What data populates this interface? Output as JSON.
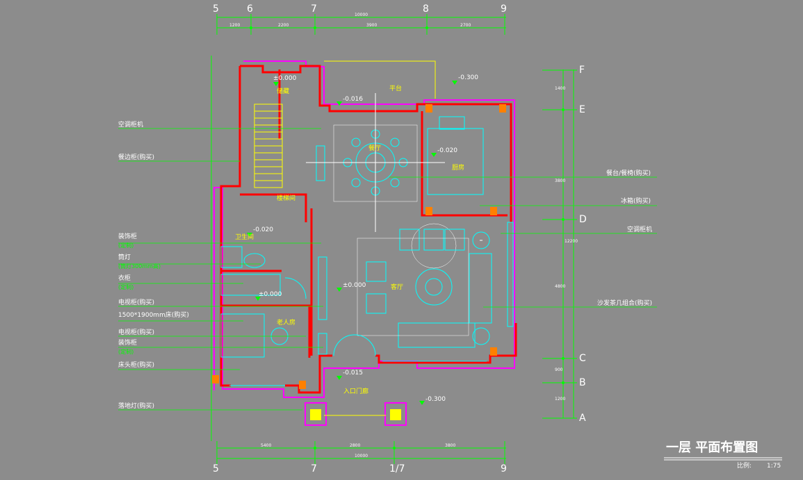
{
  "title": {
    "main": "一层 平面布置图",
    "scale_label": "比例:",
    "scale_value": "1:75"
  },
  "axes": {
    "top": [
      "5",
      "6",
      "7",
      "8",
      "9"
    ],
    "bottom": [
      "5",
      "7",
      "1/7",
      "9"
    ],
    "right": [
      "F",
      "E",
      "D",
      "C",
      "B",
      "A"
    ]
  },
  "dims": {
    "top_total": "10000",
    "top_segments": [
      "1200",
      "2200",
      "3900",
      "2700"
    ],
    "bottom_segments": [
      "5400",
      "2800",
      "3800"
    ],
    "bottom_total": "10000",
    "right_segments": [
      "1400",
      "3800",
      "12200",
      "4800",
      "900",
      "1200"
    ]
  },
  "left_labels": [
    {
      "text": "空调柜机",
      "sub": ""
    },
    {
      "text": "餐边柜(购买)",
      "sub": ""
    },
    {
      "text": "装饰柜",
      "sub": "(定制)"
    },
    {
      "text": "筒灯",
      "sub": "(筒灯300mm高)"
    },
    {
      "text": "衣柜",
      "sub": "(定制)"
    },
    {
      "text": "电视柜(购买)",
      "sub": ""
    },
    {
      "text": "1500*1900mm床(购买)",
      "sub": ""
    },
    {
      "text": "电视柜(购买)",
      "sub": ""
    },
    {
      "text": "装饰柜",
      "sub": "(定制)"
    },
    {
      "text": "床头柜(购买)",
      "sub": ""
    },
    {
      "text": "落地灯(购买)",
      "sub": ""
    }
  ],
  "right_labels": [
    "餐台/餐椅(购买)",
    "冰箱(购买)",
    "空调柜机",
    "沙发茶几组合(购买)"
  ],
  "rooms": [
    "平台",
    "餐厅",
    "厨房",
    "楼梯间",
    "客厅",
    "老人房",
    "入口门廊",
    "卫生间",
    "储藏"
  ],
  "levels": [
    "±0.000",
    "-0.016",
    "-0.300",
    "-0.020",
    "-0.020",
    "±0.000",
    "±0.000",
    "-0.015",
    "-0.300"
  ],
  "colors": {
    "background": "#8c8c8c",
    "wall": "#ff0000",
    "outline": "#ff00ff",
    "furniture": "#00ffff",
    "leader": "#00ff00",
    "text": "#ffffff"
  }
}
